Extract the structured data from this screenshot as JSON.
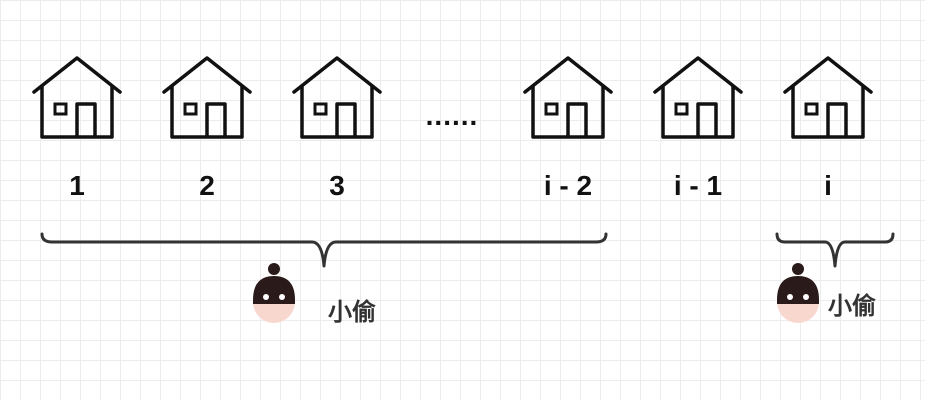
{
  "houses": [
    {
      "label": "1"
    },
    {
      "label": "2"
    },
    {
      "label": "3"
    },
    {
      "label": "i - 2"
    },
    {
      "label": "i - 1"
    },
    {
      "label": "i"
    }
  ],
  "ellipsis": "......",
  "groups": [
    {
      "label": "小偷"
    },
    {
      "label": "小偷"
    }
  ],
  "colors": {
    "line": "#111111",
    "brace": "#333333",
    "thief_face": "#f8d7ce",
    "thief_mask": "#2b1a1a"
  }
}
